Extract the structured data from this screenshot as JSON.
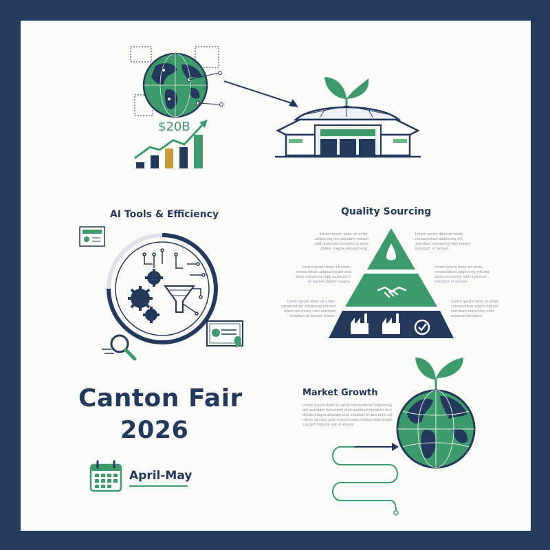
{
  "export_stat": {
    "value_label": "$20B"
  },
  "sections": {
    "ai_tools": {
      "heading": "AI Tools & Efficiency"
    },
    "quality": {
      "heading": "Quality Sourcing",
      "left_text": [
        [
          "Lorem ipsum dolor sit amet,",
          "adipiscing elit sed diam nonummy",
          "nibh euismod tincidunt ut laoreet",
          "dolore magna aliquam erat."
        ],
        [
          "Lorem ipsum dolor sit amet,",
          "consectetuer adipiscing elit sed",
          "diam nonummy nibh euismod tincidunt",
          "ut laoreet dolore magna."
        ],
        [
          "Lorem ipsum dolor sit amet,",
          "consectetuer adipiscing elit sed",
          "diam nonummy nibh euismod",
          "tincidunt ut laoreet dolore."
        ]
      ],
      "right_text": [
        [
          "Lorem ipsum dolor sit amet,",
          "consectetuer adipiscing elit",
          "sed diam nonummy nibh euismod",
          "tincidunt ut laoreet."
        ],
        [
          "Lorem ipsum dolor sit amet,",
          "consectetuer adipiscing elit sed",
          "diam nonummy nibh euismod",
          "tincidunt ut laoreet."
        ],
        [
          "Lorem ipsum dolor sit amet,",
          "consectetuer adipiscing elit",
          "sed diam nonummy nibh",
          "euismod tincidunt."
        ]
      ]
    },
    "market": {
      "heading": "Market Growth",
      "text": [
        "Lorem ipsum dolor sit amet consectetuer adipiscing",
        "elit sed diam nonummy nibh euismod tincidunt ut laoreet",
        "dolore magna aliquam erat volutpat ut wisi enim ad",
        "minim veniam quis nostrud exerci tation ullamcorper",
        "suscipit lobortis nisl ut aliquip."
      ]
    }
  },
  "event": {
    "title_line1": "Canton Fair",
    "title_line2": "2026",
    "dates": "April-May"
  },
  "colors": {
    "navy": "#23395b",
    "green": "#3d9a6a",
    "light_green": "#6ab98b",
    "gold": "#c49a3a",
    "frame": "#243b5e"
  },
  "icons": [
    "globe-icon",
    "bar-chart-icon",
    "trend-arrow-icon",
    "exhibition-hall-icon",
    "sprout-icon",
    "gear-icon",
    "funnel-icon",
    "certificate-icon",
    "magnifier-icon",
    "water-drop-icon",
    "handshake-icon",
    "factory-icon",
    "checkmark-icon",
    "calendar-icon",
    "path-arrow-icon"
  ]
}
